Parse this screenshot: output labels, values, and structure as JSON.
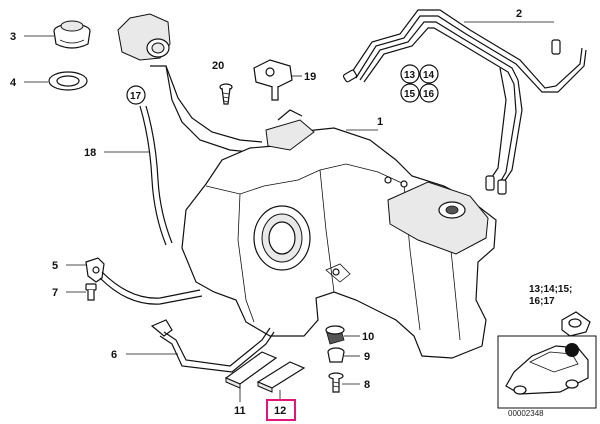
{
  "callouts": {
    "c1": "1",
    "c2": "2",
    "c3": "3",
    "c4": "4",
    "c5": "5",
    "c6": "6",
    "c7": "7",
    "c8": "8",
    "c9": "9",
    "c10": "10",
    "c11": "11",
    "c12": "12",
    "c13": "13",
    "c14": "14",
    "c15": "15",
    "c16": "16",
    "c17": "17",
    "c18": "18",
    "c19": "19",
    "c20": "20"
  },
  "inset": {
    "line1": "13;14;15;",
    "line2": "16;17"
  },
  "reference_number": "00002348",
  "highlight_color": "#e0167a"
}
